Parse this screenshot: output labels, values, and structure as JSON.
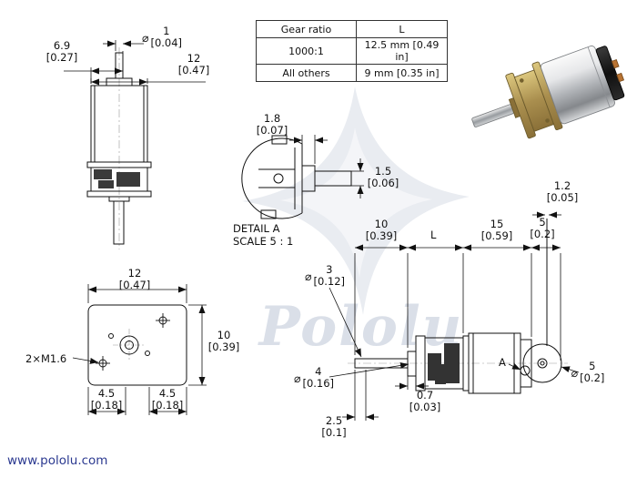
{
  "branding": {
    "site_url": "www.pololu.com",
    "watermark": "Pololu"
  },
  "colors": {
    "link_blue": "#2b3990",
    "watermark_gray": "#dadfe8",
    "brass": "#b39a55",
    "chrome": "#c0c3c7",
    "line": "#111111"
  },
  "table": {
    "col1_header": "Gear ratio",
    "col2_header": "L",
    "rows": [
      {
        "c1": "1000:1",
        "c2": "12.5 mm [0.49 in]"
      },
      {
        "c1": "All others",
        "c2": "9 mm [0.35 in]"
      }
    ]
  },
  "detail_caption": {
    "line1": "DETAIL A",
    "line2": "SCALE 5 : 1"
  },
  "labels": {
    "section_a": "A",
    "thread_callout": "2×M1.6"
  },
  "dims": {
    "cap_width": {
      "v": "6.9",
      "b": "[0.27]"
    },
    "shaft_dia": {
      "sym": "⌀",
      "v": "1",
      "b": "[0.04]"
    },
    "body_width": {
      "v": "12",
      "b": "[0.47]"
    },
    "detail_boss": {
      "v": "1.8",
      "b": "[0.07]"
    },
    "detail_shaft": {
      "v": "1.5",
      "b": "[0.06]"
    },
    "chain_10": {
      "v": "10",
      "b": "[0.39]"
    },
    "chain_L": {
      "v": "L"
    },
    "chain_15": {
      "v": "15",
      "b": "[0.59]"
    },
    "chain_5": {
      "v": "5",
      "b": "[0.2]"
    },
    "terminal": {
      "v": "1.2",
      "b": "[0.05]"
    },
    "output_shaft_dia": {
      "sym": "⌀",
      "v": "3",
      "b": "[0.12]"
    },
    "bushing_dia": {
      "sym": "⌀",
      "v": "4",
      "b": "[0.16]"
    },
    "washer": {
      "v": "0.7",
      "b": "[0.03]"
    },
    "shaft_flat": {
      "v": "2.5",
      "b": "[0.1]"
    },
    "rear_boss_dia": {
      "sym": "⌀",
      "v": "5",
      "b": "[0.2]"
    },
    "face_width": {
      "v": "12",
      "b": "[0.47]"
    },
    "face_height": {
      "v": "10",
      "b": "[0.39]"
    },
    "hole_left": {
      "v": "4.5",
      "b": "[0.18]"
    },
    "hole_right": {
      "v": "4.5",
      "b": "[0.18]"
    }
  }
}
